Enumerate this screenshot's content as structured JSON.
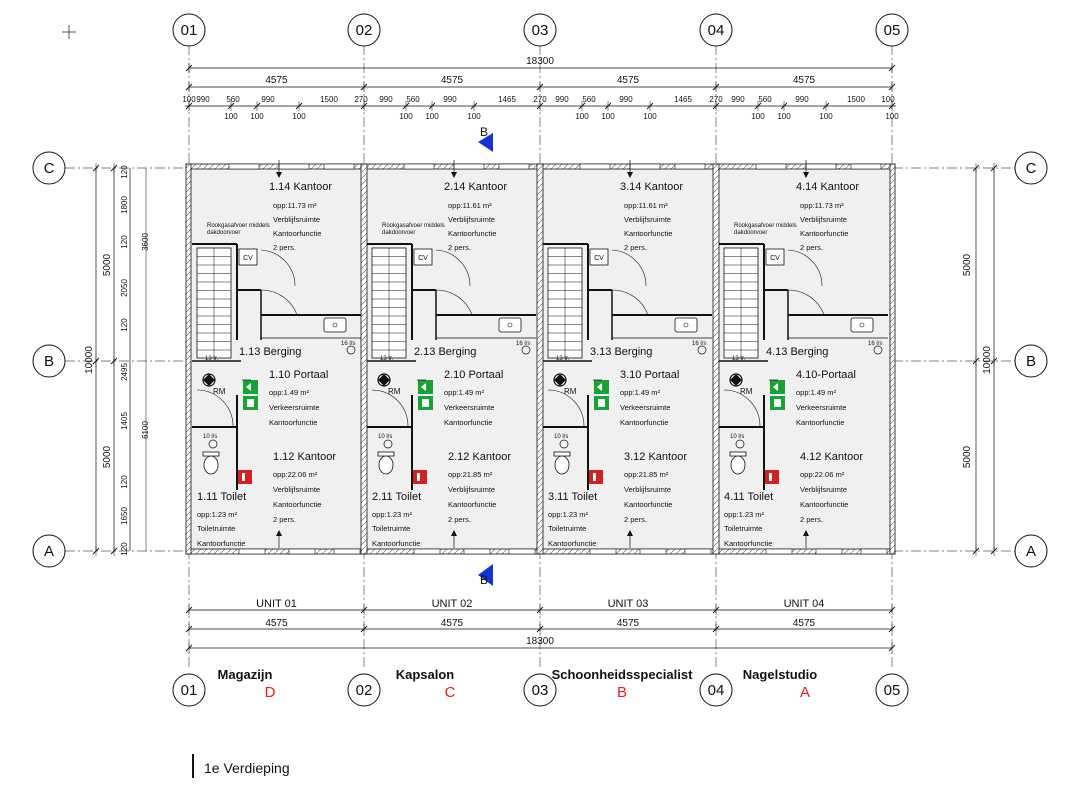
{
  "axis_labels": {
    "columns": [
      "01",
      "02",
      "03",
      "04",
      "05"
    ],
    "rows": [
      "C",
      "B",
      "A"
    ]
  },
  "dimensions": {
    "overall": "18300",
    "unit": "4575",
    "top_details": [
      [
        "100",
        "990",
        "560",
        "990",
        "1500",
        "270"
      ],
      [
        "990",
        "560",
        "990",
        "1465",
        "270"
      ],
      [
        "990",
        "560",
        "990",
        "1465",
        "270"
      ],
      [
        "990",
        "560",
        "990",
        "1500",
        "100"
      ]
    ],
    "top_small": "100",
    "left_chain": [
      "120",
      "1800",
      "120",
      "3600",
      "2050",
      "120",
      "2495",
      "1405",
      "6100",
      "120",
      "1650",
      "120"
    ],
    "side_5000": "5000",
    "side_10000": "10000",
    "stair_label": "13 tr."
  },
  "section_marker": "B",
  "units": [
    {
      "unit_label": "UNIT 01",
      "room_kantoor_top": "1.14 Kantoor",
      "top_area": "opp:11.73 m²",
      "room_berging": "1.13 Berging",
      "room_portaal": "1.10 Portaal",
      "portaal_area": "opp:1.49 m²",
      "room_kantoor_bottom": "1.12 Kantoor",
      "bottom_area": "opp:22.06 m²",
      "room_toilet": "1.11 Toilet",
      "toilet_area": "opp:1.23 m²",
      "smoke_note": [
        "Rookgasafvoer middels",
        "dakdoorvoer"
      ],
      "use_name": "Magazijn",
      "use_letter": "D"
    },
    {
      "unit_label": "UNIT 02",
      "room_kantoor_top": "2.14 Kantoor",
      "top_area": "opp:11.61 m²",
      "room_berging": "2.13 Berging",
      "room_portaal": "2.10 Portaal",
      "portaal_area": "opp:1.49 m²",
      "room_kantoor_bottom": "2.12 Kantoor",
      "bottom_area": "opp:21.85 m²",
      "room_toilet": "2.11 Toilet",
      "toilet_area": "opp:1.23 m²",
      "smoke_note": [
        "Rookgasafvoer middels",
        "dakdoorvoer"
      ],
      "use_name": "Kapsalon",
      "use_letter": "C"
    },
    {
      "unit_label": "UNIT 03",
      "room_kantoor_top": "3.14 Kantoor",
      "top_area": "opp:11.61 m²",
      "room_berging": "3.13 Berging",
      "room_portaal": "3.10 Portaal",
      "portaal_area": "opp:1.49 m²",
      "room_kantoor_bottom": "3.12 Kantoor",
      "bottom_area": "opp:21.85 m²",
      "room_toilet": "3.11 Toilet",
      "toilet_area": "opp:1.23 m²",
      "smoke_note": [
        "",
        ""
      ],
      "use_name": "Schoonheidsspecialist",
      "use_letter": "B"
    },
    {
      "unit_label": "UNIT 04",
      "room_kantoor_top": "4.14 Kantoor",
      "top_area": "opp:11.73 m²",
      "room_berging": "4.13 Berging",
      "room_portaal": "4.10-Portaal",
      "portaal_area": "opp:1.49 m²",
      "room_kantoor_bottom": "4.12 Kantoor",
      "bottom_area": "opp:22.06 m²",
      "room_toilet": "4.11 Toilet",
      "toilet_area": "opp:1.23 m²",
      "smoke_note": [
        "Rookgasafvoer middels",
        "dakdoorvoer"
      ],
      "use_name": "Nagelstudio",
      "use_letter": "A"
    }
  ],
  "room_functions": {
    "verblijf": "Verblijfsruimte",
    "kantoor": "Kantoorfunctie",
    "persons": "2 pers.",
    "verkeer": "Verkeersruimte",
    "toilet": "Toiletruimte"
  },
  "symbols": {
    "cv": "CV",
    "rm": "RM",
    "vent_16": "16 l/s",
    "vent_10": "10 l/s"
  },
  "floor_title": "1e Verdieping",
  "colors": {
    "line": "#111111",
    "floor_fill": "#f0f0f0",
    "use_letter": "#e02020",
    "section_marker": "#1533d6",
    "exit_sign": "#16a534",
    "extinguisher": "#d42020"
  }
}
